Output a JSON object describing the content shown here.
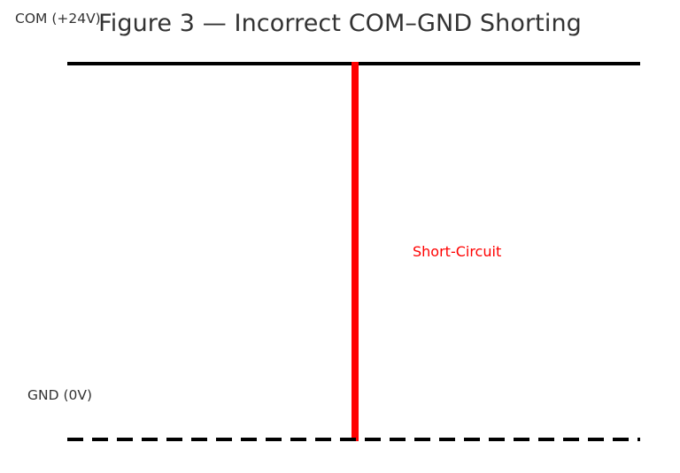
{
  "figure": {
    "title": "Figure 3 — Incorrect COM–GND Shorting",
    "background_color": "#ffffff"
  },
  "diagram": {
    "rails": [
      {
        "id": "com-rail",
        "label": "COM (+24V)",
        "style": "solid",
        "color": "#000000",
        "voltage": "+24V"
      },
      {
        "id": "gnd-rail",
        "label": "GND (0V)",
        "style": "dashed",
        "color": "#000000",
        "voltage": "0V"
      }
    ],
    "fault": {
      "label": "Short-Circuit",
      "color": "#ff0000",
      "connects": [
        "com-rail",
        "gnd-rail"
      ]
    },
    "title_color": "#333333",
    "label_color": "#333333"
  }
}
